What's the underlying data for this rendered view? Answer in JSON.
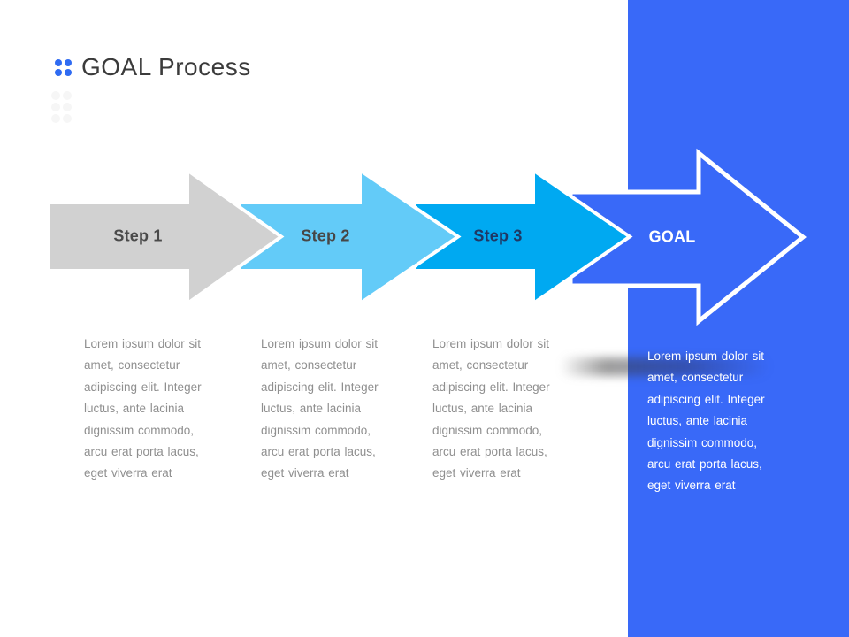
{
  "slide": {
    "title": "GOAL Process",
    "accent_color": "#2f6bf2",
    "panel_color": "#3969f8",
    "background_color": "#ffffff",
    "body_text_color": "#8f8f8f"
  },
  "steps": [
    {
      "label": "Step 1",
      "arrow_color": "#d1d1d1",
      "label_color": "#4a4a4a",
      "description": [
        "Lorem ipsum dolor sit",
        "amet, consectetur",
        "adipiscing elit. Integer",
        "luctus, ante lacinia",
        "dignissim commodo,",
        "arcu erat porta lacus,",
        "eget viverra erat"
      ]
    },
    {
      "label": "Step 2",
      "arrow_color": "#63cbf8",
      "label_color": "#474747",
      "description": [
        "Lorem ipsum dolor sit",
        "amet, consectetur",
        "adipiscing elit. Integer",
        "luctus, ante lacinia",
        "dignissim commodo,",
        "arcu erat porta lacus,",
        "eget viverra erat"
      ]
    },
    {
      "label": "Step 3",
      "arrow_color": "#00a9f1",
      "label_color": "#1f3864",
      "description": [
        "Lorem ipsum dolor sit",
        "amet, consectetur",
        "adipiscing elit. Integer",
        "luctus, ante lacinia",
        "dignissim commodo,",
        "arcu erat porta lacus,",
        "eget viverra erat"
      ]
    },
    {
      "label": "GOAL",
      "arrow_color": "#3969f8",
      "label_color": "#ffffff",
      "description": [
        "Lorem ipsum dolor sit",
        "amet, consectetur",
        "adipiscing elit. Integer",
        "luctus, ante lacinia",
        "dignissim commodo,",
        "arcu erat porta lacus,",
        "eget viverra erat"
      ]
    }
  ]
}
